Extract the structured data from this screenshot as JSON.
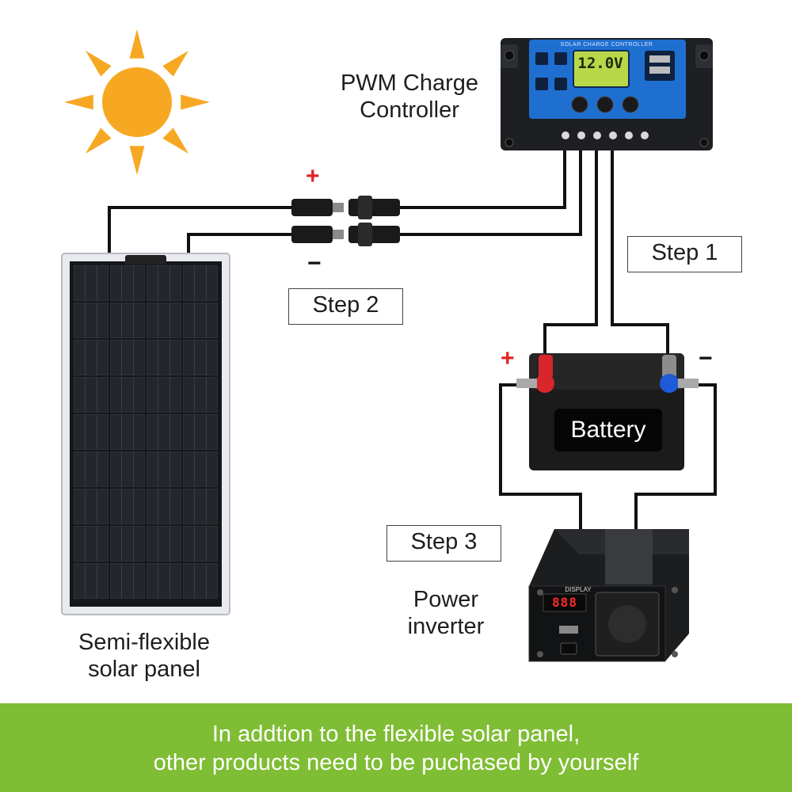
{
  "controller": {
    "label_line1": "PWM Charge",
    "label_line2": "Controller",
    "device_header": "SOLAR CHARGE CONTROLLER",
    "lcd_reading": "12.0V"
  },
  "steps": {
    "step1": "Step 1",
    "step2": "Step 2",
    "step3": "Step 3"
  },
  "battery": {
    "label": "Battery",
    "positive_sign": "+",
    "negative_sign": "−"
  },
  "connector": {
    "positive_sign": "+",
    "negative_sign": "−"
  },
  "inverter": {
    "label_line1": "Power",
    "label_line2": "inverter",
    "display_caption": "DISPLAY",
    "display_digits": "888"
  },
  "panel": {
    "label_line1": "Semi-flexible",
    "label_line2": "solar panel"
  },
  "footer": {
    "line1": "In addtion to the flexible solar panel,",
    "line2": "other products need to be puchased by yourself",
    "background": "#7fbd34"
  },
  "colors": {
    "sun": "#f7a823",
    "controller_face": "#1f6fd1",
    "battery_red_terminal": "#d8262c",
    "battery_blue_terminal": "#1e5bd8",
    "plus_sign": "#e02424"
  },
  "icons": [
    "sun-icon",
    "solar-panel-icon",
    "charge-controller-icon",
    "battery-icon",
    "power-inverter-icon",
    "mc4-connector-icon"
  ]
}
